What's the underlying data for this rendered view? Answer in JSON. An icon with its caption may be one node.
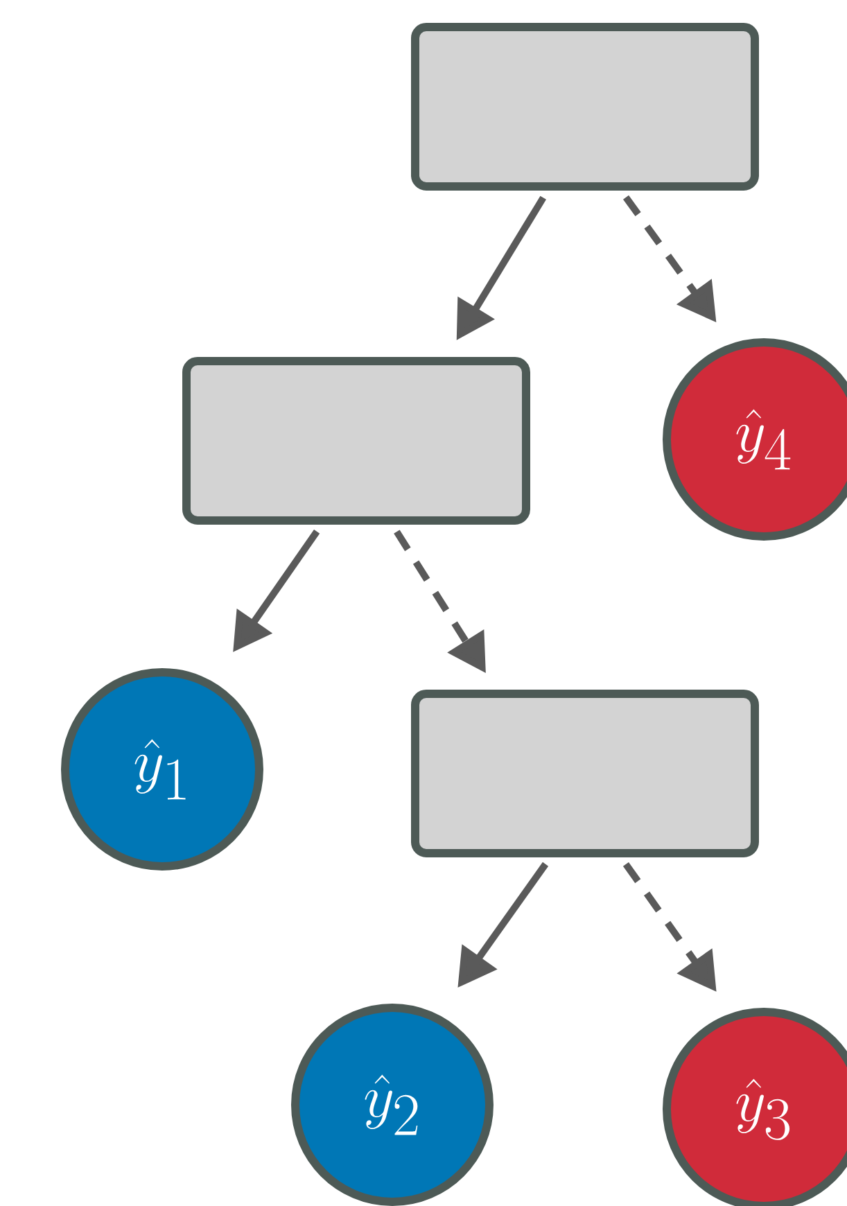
{
  "diagram": {
    "nodes": [
      {
        "text": [],
        "shape": "box"
      },
      {
        "text": [],
        "shape": "box"
      },
      {
        "text": [
          "\\hat{y}_{4}"
        ]
      },
      {
        "text": [
          "\\hat{y}_{1}"
        ]
      },
      {
        "text": [],
        "shape": "box"
      },
      {
        "text": [
          "\\hat{y}_{2}"
        ]
      },
      {
        "text": [
          "\\hat{y}_{3}"
        ]
      }
    ],
    "edges": [
      {
        "from": 0,
        "to": 1,
        "arrow": "to"
      },
      {
        "from": 0,
        "to": 2,
        "arrow": "to",
        "style": "dashed"
      },
      {
        "from": 1,
        "to": 3,
        "arrow": "to"
      },
      {
        "from": 1,
        "to": 4,
        "arrow": "to",
        "style": "dashed"
      },
      {
        "from": 4,
        "to": 5,
        "arrow": "to"
      },
      {
        "from": 4,
        "to": 6,
        "arrow": "to",
        "style": "dashed"
      }
    ]
  }
}
